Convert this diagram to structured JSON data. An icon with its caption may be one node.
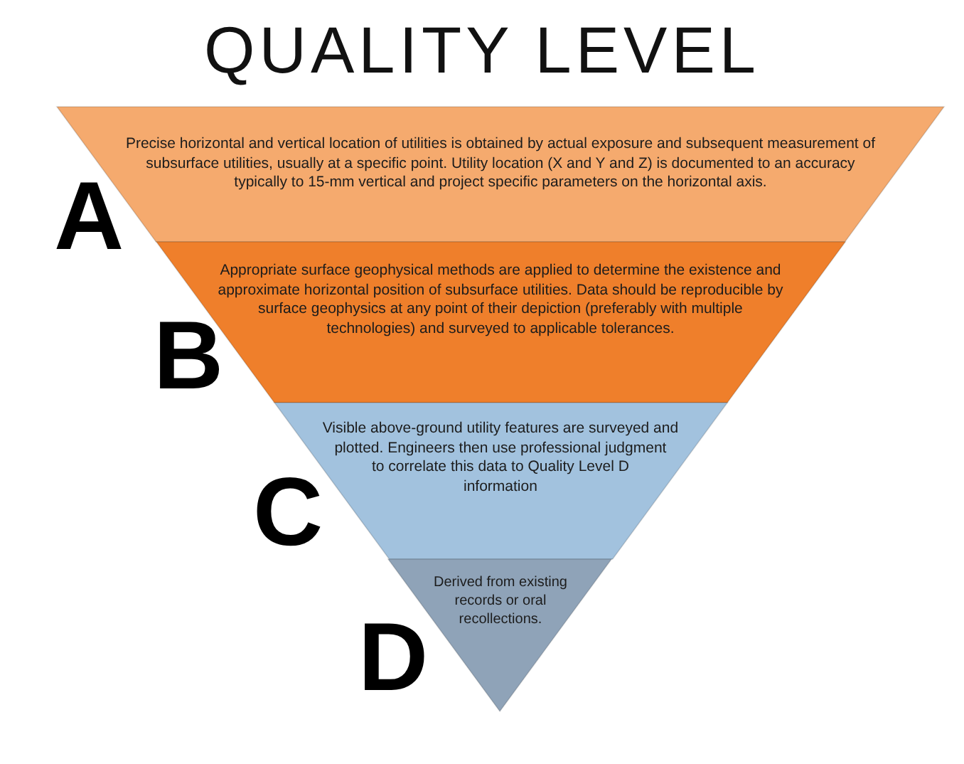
{
  "diagram": {
    "title": "QUALITY LEVEL",
    "nodes": [
      {
        "text": [
          "Precise horizontal and vertical location of utilities is obtained by actual exposure and subsequent measurement of subsurface utilities, usually at a specific point. Utility location (X and Y and Z) is documented to an accuracy typically to 15-mm vertical and project specific parameters on the horizontal axis."
        ]
      },
      {
        "text": [
          "Appropriate surface geophysical methods are applied to determine the existence and approximate horizontal position of subsurface utilities. Data should be reproducible by surface geophysics at any point of their depiction (preferably with multiple technologies) and surveyed to applicable tolerances."
        ]
      },
      {
        "text": [
          "Visible above-ground utility features are surveyed and plotted. Engineers then use professional judgment to correlate this data to Quality Level D information"
        ]
      },
      {
        "text": [
          "Derived from existing records or oral recollections."
        ]
      }
    ],
    "labels": [
      "A",
      "B",
      "C",
      "D"
    ]
  }
}
